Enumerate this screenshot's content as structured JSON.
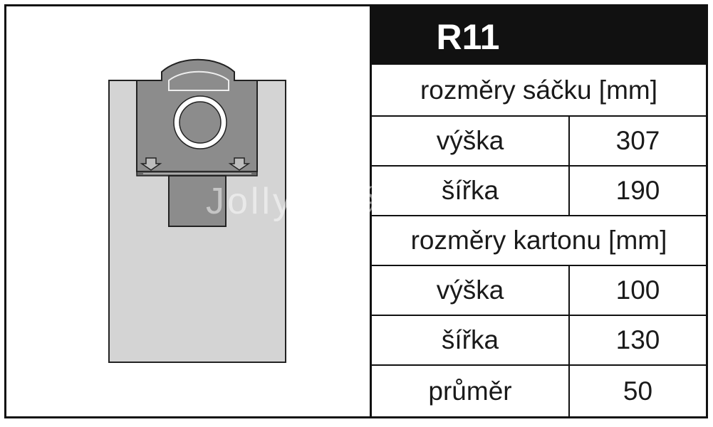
{
  "product_code": "R11",
  "watermark": "Jolly - sáčky",
  "bag_section": {
    "heading": "rozměry sáčku [mm]",
    "rows": [
      {
        "label": "výška",
        "value": "307"
      },
      {
        "label": "šířka",
        "value": "190"
      }
    ]
  },
  "carton_section": {
    "heading": "rozměry kartonu [mm]",
    "rows": [
      {
        "label": "výška",
        "value": "100"
      },
      {
        "label": "šířka",
        "value": "130"
      },
      {
        "label": "průměr",
        "value": "50"
      }
    ]
  },
  "colors": {
    "bag_fill": "#d4d4d4",
    "collar_fill": "#8c8c8c",
    "border": "#111111"
  }
}
